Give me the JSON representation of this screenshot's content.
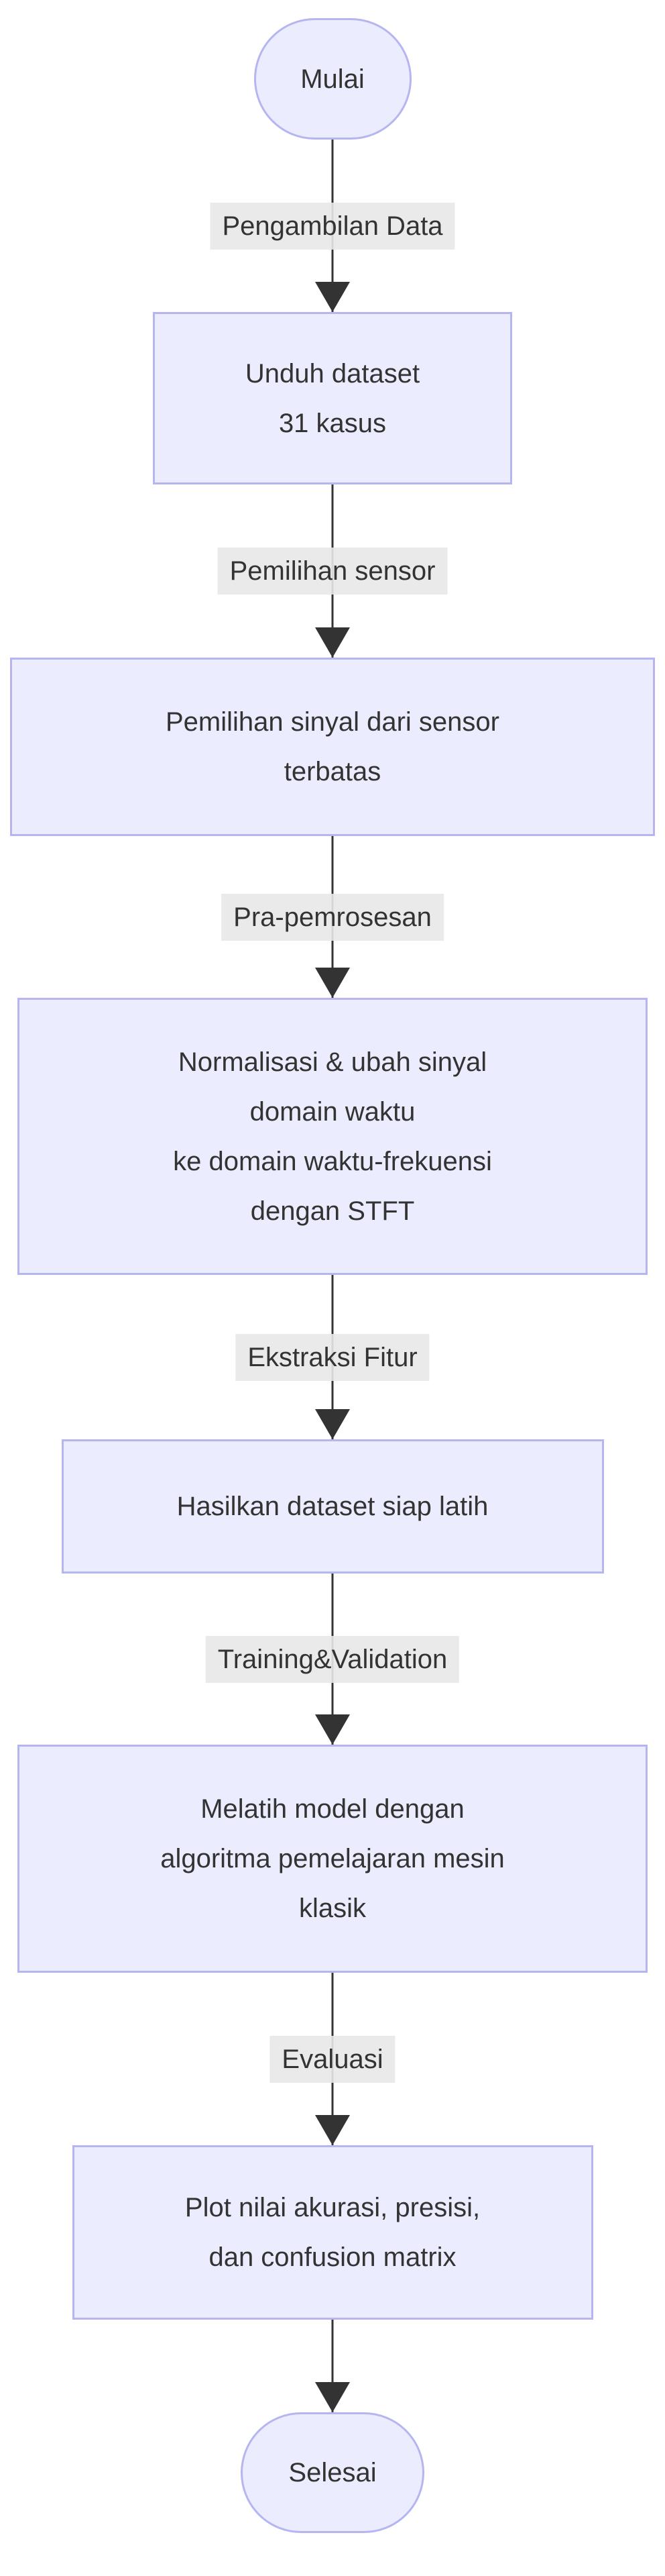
{
  "diagram": {
    "type": "flowchart",
    "direction": "top-down",
    "nodes": [
      {
        "id": "start",
        "shape": "stadium",
        "label": "Mulai"
      },
      {
        "id": "unduh",
        "shape": "rect",
        "label": "Unduh dataset\n31 kasus"
      },
      {
        "id": "sinyal",
        "shape": "rect",
        "label": "Pemilihan sinyal dari sensor\nterbatas"
      },
      {
        "id": "stft",
        "shape": "rect",
        "label": "Normalisasi & ubah sinyal\ndomain waktu\nke domain waktu-frekuensi\ndengan STFT"
      },
      {
        "id": "dataset",
        "shape": "rect",
        "label": "Hasilkan dataset siap latih"
      },
      {
        "id": "latih",
        "shape": "rect",
        "label": "Melatih model dengan\nalgoritma pemelajaran mesin\nklasik"
      },
      {
        "id": "plot",
        "shape": "rect",
        "label": "Plot nilai akurasi, presisi,\ndan confusion matrix"
      },
      {
        "id": "end",
        "shape": "stadium",
        "label": "Selesai"
      }
    ],
    "edges": [
      {
        "from": "start",
        "to": "unduh",
        "label": "Pengambilan Data"
      },
      {
        "from": "unduh",
        "to": "sinyal",
        "label": "Pemilihan sensor"
      },
      {
        "from": "sinyal",
        "to": "stft",
        "label": "Pra-pemrosesan"
      },
      {
        "from": "stft",
        "to": "dataset",
        "label": "Ekstraksi Fitur"
      },
      {
        "from": "dataset",
        "to": "latih",
        "label": "Training&Validation"
      },
      {
        "from": "latih",
        "to": "plot",
        "label": "Evaluasi"
      },
      {
        "from": "plot",
        "to": "end",
        "label": ""
      }
    ]
  },
  "colors": {
    "node_fill": "#ECECFF",
    "node_border": "#B5B6F0",
    "edge_label_bg": "#E8E8E8",
    "line": "#333333",
    "text": "#333333",
    "background": "#FFFFFF"
  }
}
